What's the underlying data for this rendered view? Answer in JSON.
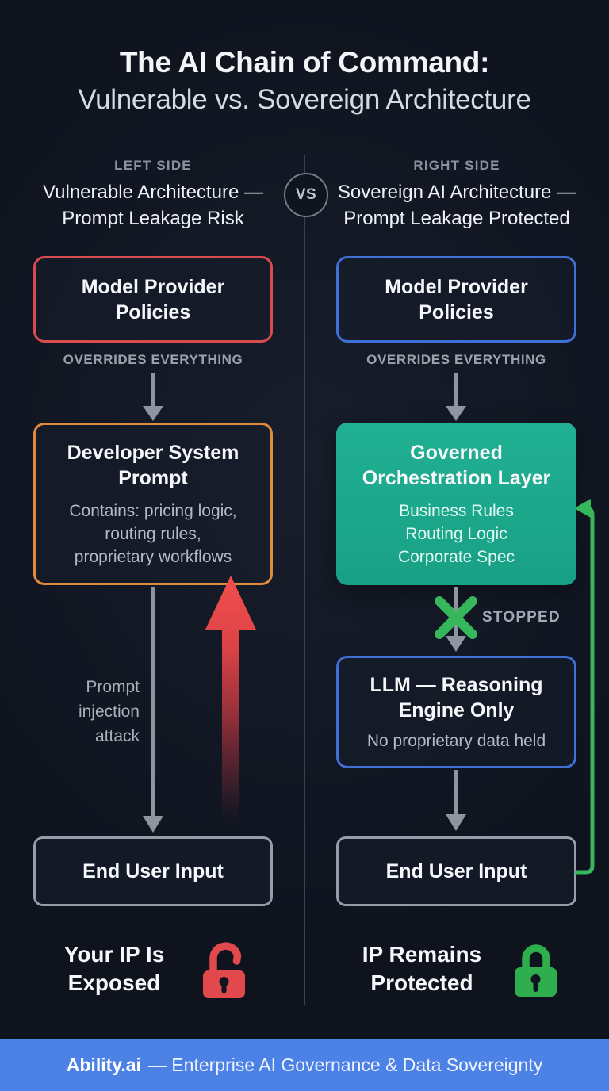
{
  "title": {
    "line1": "The AI Chain of Command:",
    "line2": "Vulnerable vs. Sovereign Architecture"
  },
  "vs_label": "VS",
  "left": {
    "eyebrow": "LEFT SIDE",
    "heading": [
      "Vulnerable Architecture —",
      "Prompt Leakage Risk"
    ],
    "policies_box": {
      "title_lines": [
        "Model Provider",
        "Policies"
      ]
    },
    "overrides_label": "OVERRIDES EVERYTHING",
    "prompt_box": {
      "title_lines": [
        "Developer System",
        "Prompt"
      ],
      "details": [
        "Contains: pricing logic,",
        "routing rules,",
        "proprietary workflows"
      ]
    },
    "injection_label": [
      "Prompt",
      "injection",
      "attack"
    ],
    "user_box": {
      "title": "End User Input"
    },
    "verdict": {
      "lines": [
        "Your IP Is",
        "Exposed"
      ],
      "icon": "unlock-icon"
    }
  },
  "right": {
    "eyebrow": "RIGHT SIDE",
    "heading": [
      "Sovereign AI Architecture —",
      "Prompt Leakage Protected"
    ],
    "policies_box": {
      "title_lines": [
        "Model Provider",
        "Policies"
      ]
    },
    "overrides_label": "OVERRIDES EVERYTHING",
    "orchestration_box": {
      "title_lines": [
        "Governed",
        "Orchestration Layer"
      ],
      "details": [
        "Business Rules",
        "Routing Logic",
        "Corporate Spec"
      ]
    },
    "stopped_label": "STOPPED",
    "llm_box": {
      "title_lines": [
        "LLM — Reasoning",
        "Engine Only"
      ],
      "details": [
        "No proprietary data held"
      ]
    },
    "user_box": {
      "title": "End User Input"
    },
    "verdict": {
      "lines": [
        "IP Remains",
        "Protected"
      ],
      "icon": "lock-icon"
    }
  },
  "footer": {
    "brand": "Ability.ai",
    "tagline": "— Enterprise AI Governance & Data Sovereignty"
  },
  "colors": {
    "bg": "#0e131e",
    "red": "#d94b4e",
    "orange": "#e08a3e",
    "blue": "#3e70d6",
    "teal": "#1ba78e",
    "green": "#36b75c",
    "gray-line": "#8d95a1",
    "gray-border": "#959daa",
    "text-primary": "#f4f6f9",
    "text-muted": "#aab1bc",
    "footer": "#4c81e6",
    "lock-red": "#e2494d",
    "lock-green": "#2fae4e"
  }
}
